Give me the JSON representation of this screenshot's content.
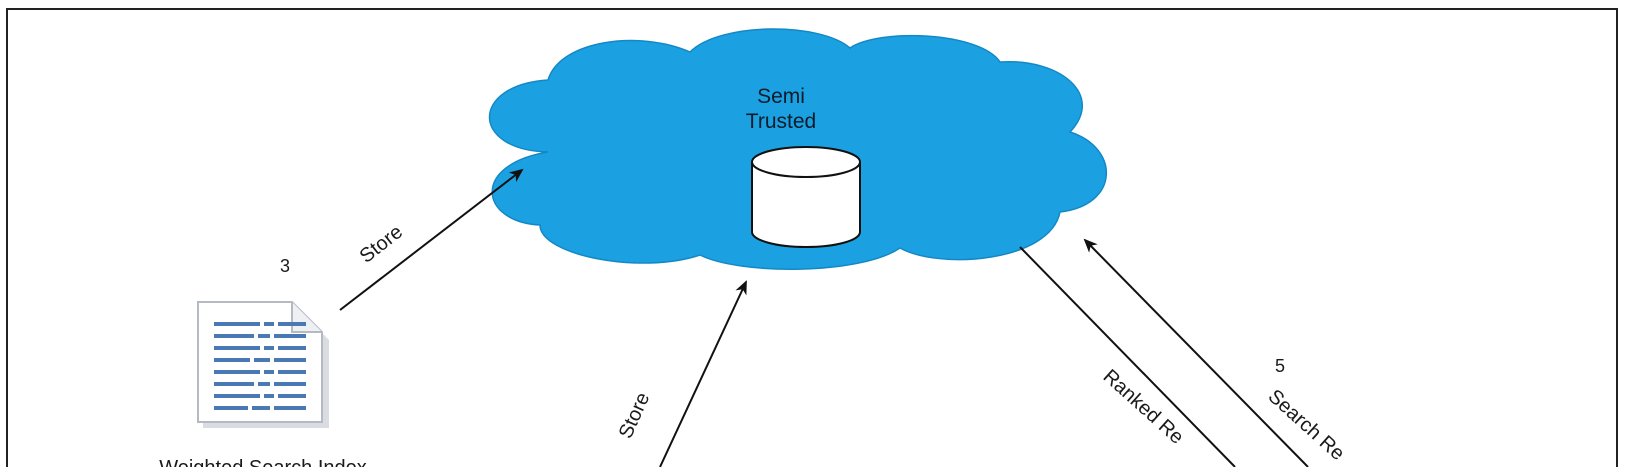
{
  "cloud": {
    "title_line1": "Semi",
    "title_line2": "Trusted",
    "color": "#1ba1e2"
  },
  "document": {
    "caption": "Weighted Search Index",
    "step": "3",
    "arrow_label": "Store"
  },
  "bottom_left_arrow": {
    "label": "Store"
  },
  "right_arrows": {
    "ranked_label": "Ranked Re",
    "search_label": "Search Re",
    "search_step": "5"
  }
}
